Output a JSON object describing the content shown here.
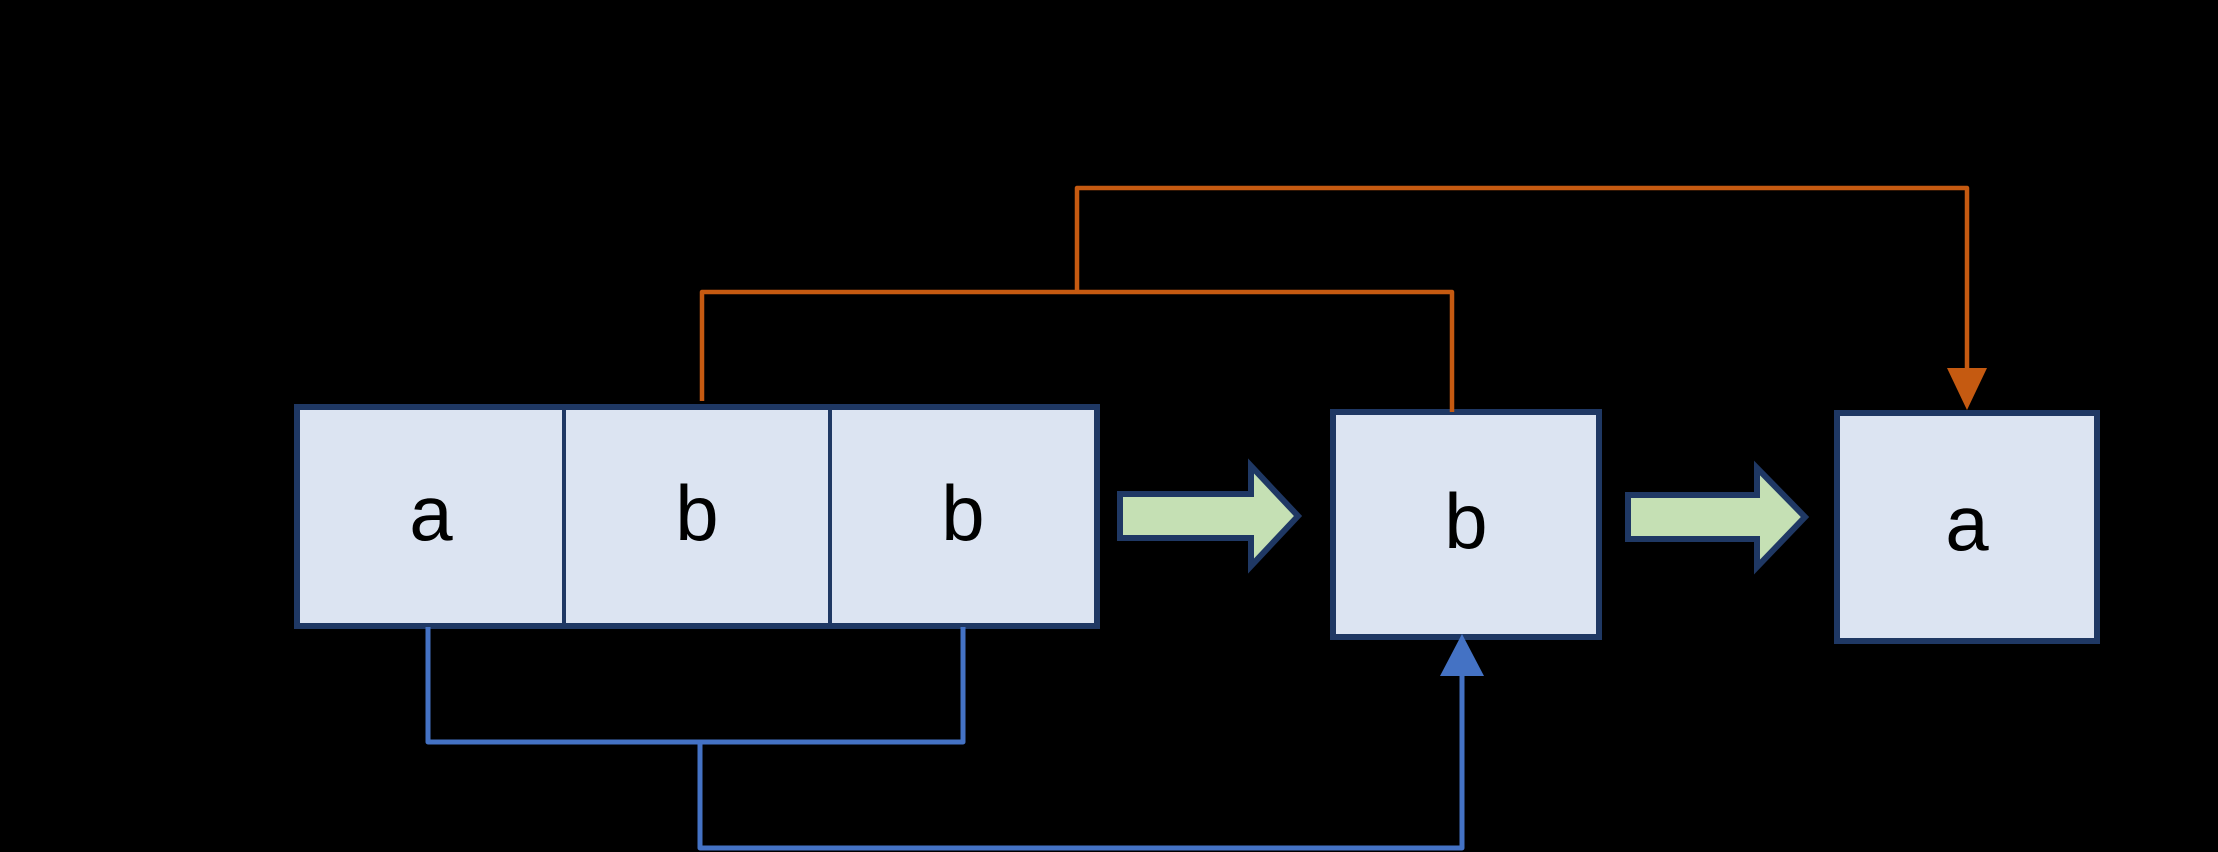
{
  "diagram": {
    "description": "Rewrite diagram: cells a,b,b map to b then to a",
    "background": "#000000",
    "colors": {
      "box_fill": "#dce4f2",
      "box_border": "#1f3864",
      "orange_connector": "#c55a11",
      "blue_connector": "#4472c4",
      "green_arrow_fill": "#c5e0b4",
      "label_color": "#000000"
    },
    "source_group": {
      "cells": [
        {
          "label": "a"
        },
        {
          "label": "b"
        },
        {
          "label": "b"
        }
      ]
    },
    "middle_box": {
      "label": "b"
    },
    "result_box": {
      "label": "a"
    }
  }
}
